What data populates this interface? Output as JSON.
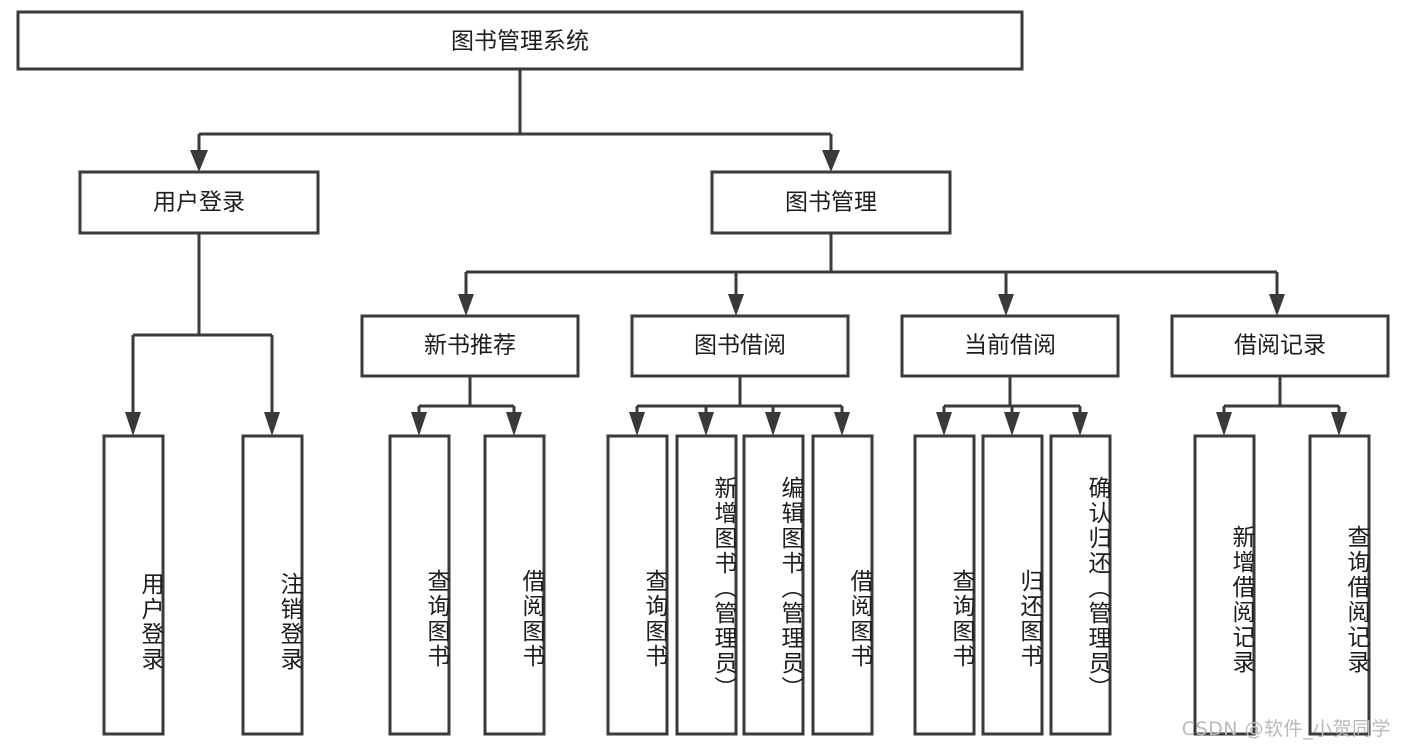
{
  "diagram": {
    "type": "tree-hierarchy-flowchart",
    "title": "图书管理系统",
    "root": {
      "id": "root",
      "label": "图书管理系统"
    },
    "level2": [
      {
        "id": "user-login",
        "label": "用户登录"
      },
      {
        "id": "book-management",
        "label": "图书管理"
      }
    ],
    "level3": [
      {
        "id": "new-book-recommend",
        "label": "新书推荐",
        "parent": "book-management"
      },
      {
        "id": "book-borrow",
        "label": "图书借阅",
        "parent": "book-management"
      },
      {
        "id": "current-borrow",
        "label": "当前借阅",
        "parent": "book-management"
      },
      {
        "id": "borrow-record",
        "label": "借阅记录",
        "parent": "book-management"
      }
    ],
    "leaves": [
      {
        "id": "leaf-user-login",
        "label": "用户登录",
        "parent": "user-login"
      },
      {
        "id": "leaf-logout-login",
        "label": "注销登录",
        "parent": "user-login"
      },
      {
        "id": "leaf-query-book-1",
        "label": "查询图书",
        "parent": "new-book-recommend"
      },
      {
        "id": "leaf-borrow-book-1",
        "label": "借阅图书",
        "parent": "new-book-recommend"
      },
      {
        "id": "leaf-query-book-2",
        "label": "查询图书",
        "parent": "book-borrow"
      },
      {
        "id": "leaf-add-book",
        "label": "新增图书（管理员）",
        "parent": "book-borrow"
      },
      {
        "id": "leaf-edit-book",
        "label": "编辑图书（管理员）",
        "parent": "book-borrow"
      },
      {
        "id": "leaf-borrow-book-2",
        "label": "借阅图书",
        "parent": "book-borrow"
      },
      {
        "id": "leaf-query-book-3",
        "label": "查询图书",
        "parent": "current-borrow"
      },
      {
        "id": "leaf-return-book",
        "label": "归还图书",
        "parent": "current-borrow"
      },
      {
        "id": "leaf-confirm-return",
        "label": "确认归还（管理员）",
        "parent": "current-borrow"
      },
      {
        "id": "leaf-add-borrow-record",
        "label": "新增借阅记录",
        "parent": "borrow-record"
      },
      {
        "id": "leaf-query-borrow-record",
        "label": "查询借阅记录",
        "parent": "borrow-record"
      }
    ]
  },
  "watermark": {
    "text": "CSDN @软件_小贺同学"
  },
  "colors": {
    "box_stroke": "#3a3a3a",
    "box_fill": "#ffffff",
    "text": "#1d1d1d",
    "background": "#ffffff",
    "watermark": "#b9b9b9"
  }
}
